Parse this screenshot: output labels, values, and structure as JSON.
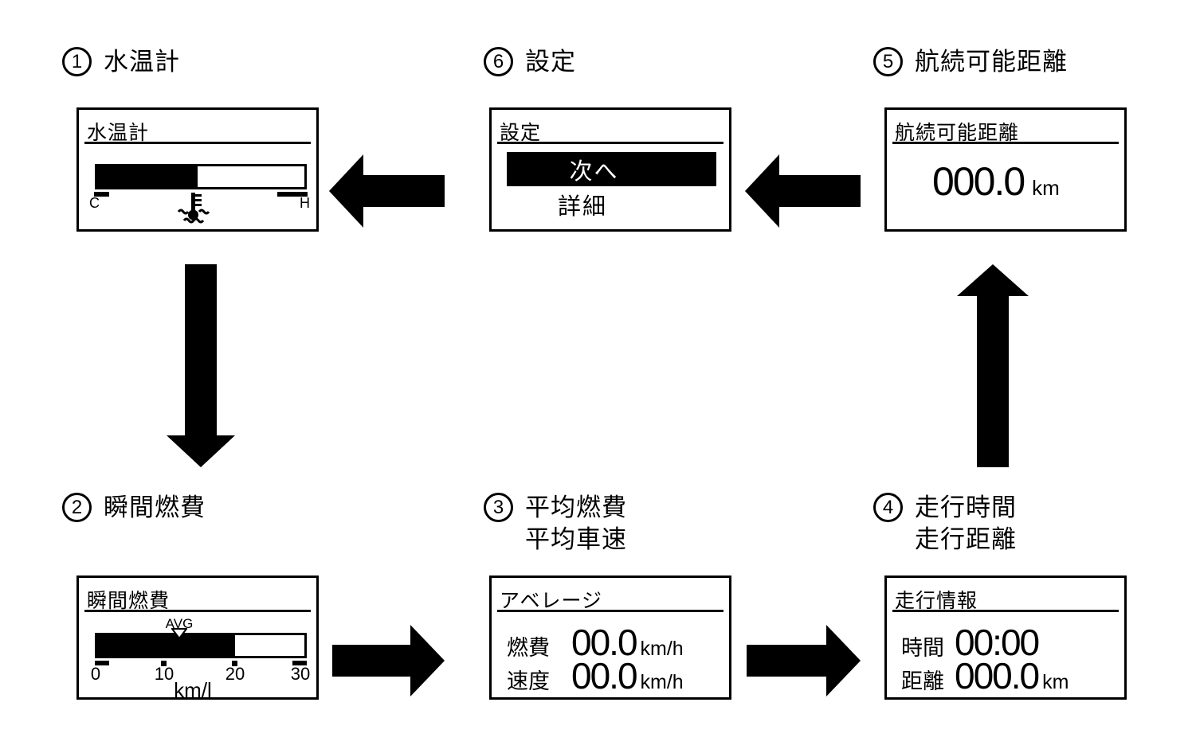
{
  "colors": {
    "ink": "#000000",
    "paper": "#ffffff"
  },
  "panels": {
    "p1": {
      "number": "1",
      "caption_line1": "水温計",
      "screen_title": "水温計",
      "gauge": {
        "fill_percent": 48.5,
        "left_label": "C",
        "right_label": "H"
      },
      "icon": "coolant-temperature-icon"
    },
    "p2": {
      "number": "2",
      "caption_line1": "瞬間燃費",
      "screen_title": "瞬間燃費",
      "gauge": {
        "fill_percent": 66.7,
        "avg_label": "AVG",
        "avg_marker_percent": 40,
        "scale": [
          "0",
          "10",
          "20",
          "30"
        ],
        "unit": "km/l"
      }
    },
    "p3": {
      "number": "3",
      "caption_line1": "平均燃費",
      "caption_line2": "平均車速",
      "screen_title": "アベレージ",
      "rows": [
        {
          "label": "燃費",
          "value": "00.0",
          "unit": "km/h"
        },
        {
          "label": "速度",
          "value": "00.0",
          "unit": "km/h"
        }
      ]
    },
    "p4": {
      "number": "4",
      "caption_line1": "走行時間",
      "caption_line2": "走行距離",
      "screen_title": "走行情報",
      "rows": [
        {
          "label": "時間",
          "value": "00:00",
          "unit": ""
        },
        {
          "label": "距離",
          "value": "000.0",
          "unit": "km"
        }
      ]
    },
    "p5": {
      "number": "5",
      "caption_line1": "航続可能距離",
      "screen_title": "航続可能距離",
      "value": "000.0",
      "unit": "km"
    },
    "p6": {
      "number": "6",
      "caption_line1": "設定",
      "screen_title": "設定",
      "menu": [
        {
          "label": "次へ",
          "selected": true
        },
        {
          "label": "詳細",
          "selected": false
        }
      ]
    }
  },
  "flow": {
    "arrows": [
      "settings-to-water-temp",
      "range-to-settings",
      "water-temp-to-instant-fuel",
      "instant-fuel-to-average",
      "average-to-trip-info",
      "trip-info-to-range"
    ]
  }
}
